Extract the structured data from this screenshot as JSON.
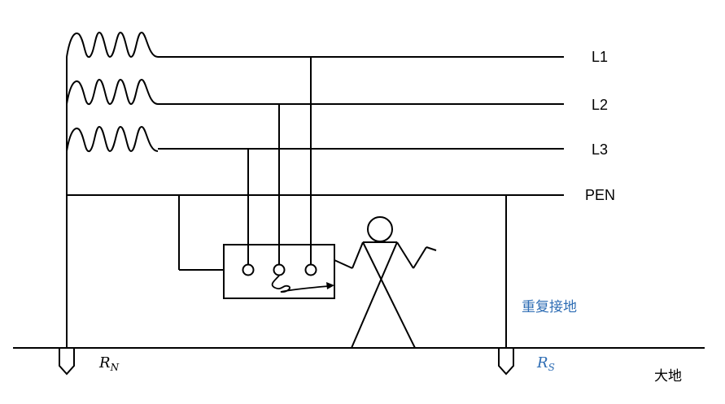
{
  "labels": {
    "l1": "L1",
    "l2": "L2",
    "l3": "L3",
    "pen": "PEN",
    "repeat_ground": "重复接地",
    "earth": "大地",
    "rn_main": "R",
    "rn_sub": "N",
    "rs_main": "R",
    "rs_sub": "S"
  },
  "colors": {
    "wire": "#000000",
    "accent_blue": "#2e6db4"
  }
}
